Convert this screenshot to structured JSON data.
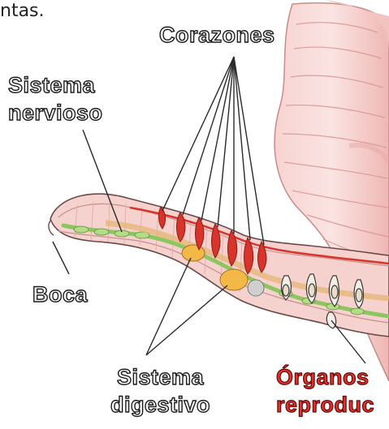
{
  "page": {
    "top_text": "ntas."
  },
  "labels": {
    "corazones": "Corazones",
    "sistema_nervioso": [
      "Sistema",
      "nervioso"
    ],
    "boca": "Boca",
    "sistema_digestivo": [
      "Sistema",
      "digestivo"
    ],
    "organos_reproductores": [
      "Órganos",
      "reproduc"
    ]
  },
  "colors": {
    "body_pink": "#f4c6c4",
    "heart_red": "#d8342c",
    "nerve_green": "#9ccf6e",
    "digestive_orange": "#f3b846",
    "leader_line": "#2a2a2a",
    "organs_label": "#e8302a"
  }
}
